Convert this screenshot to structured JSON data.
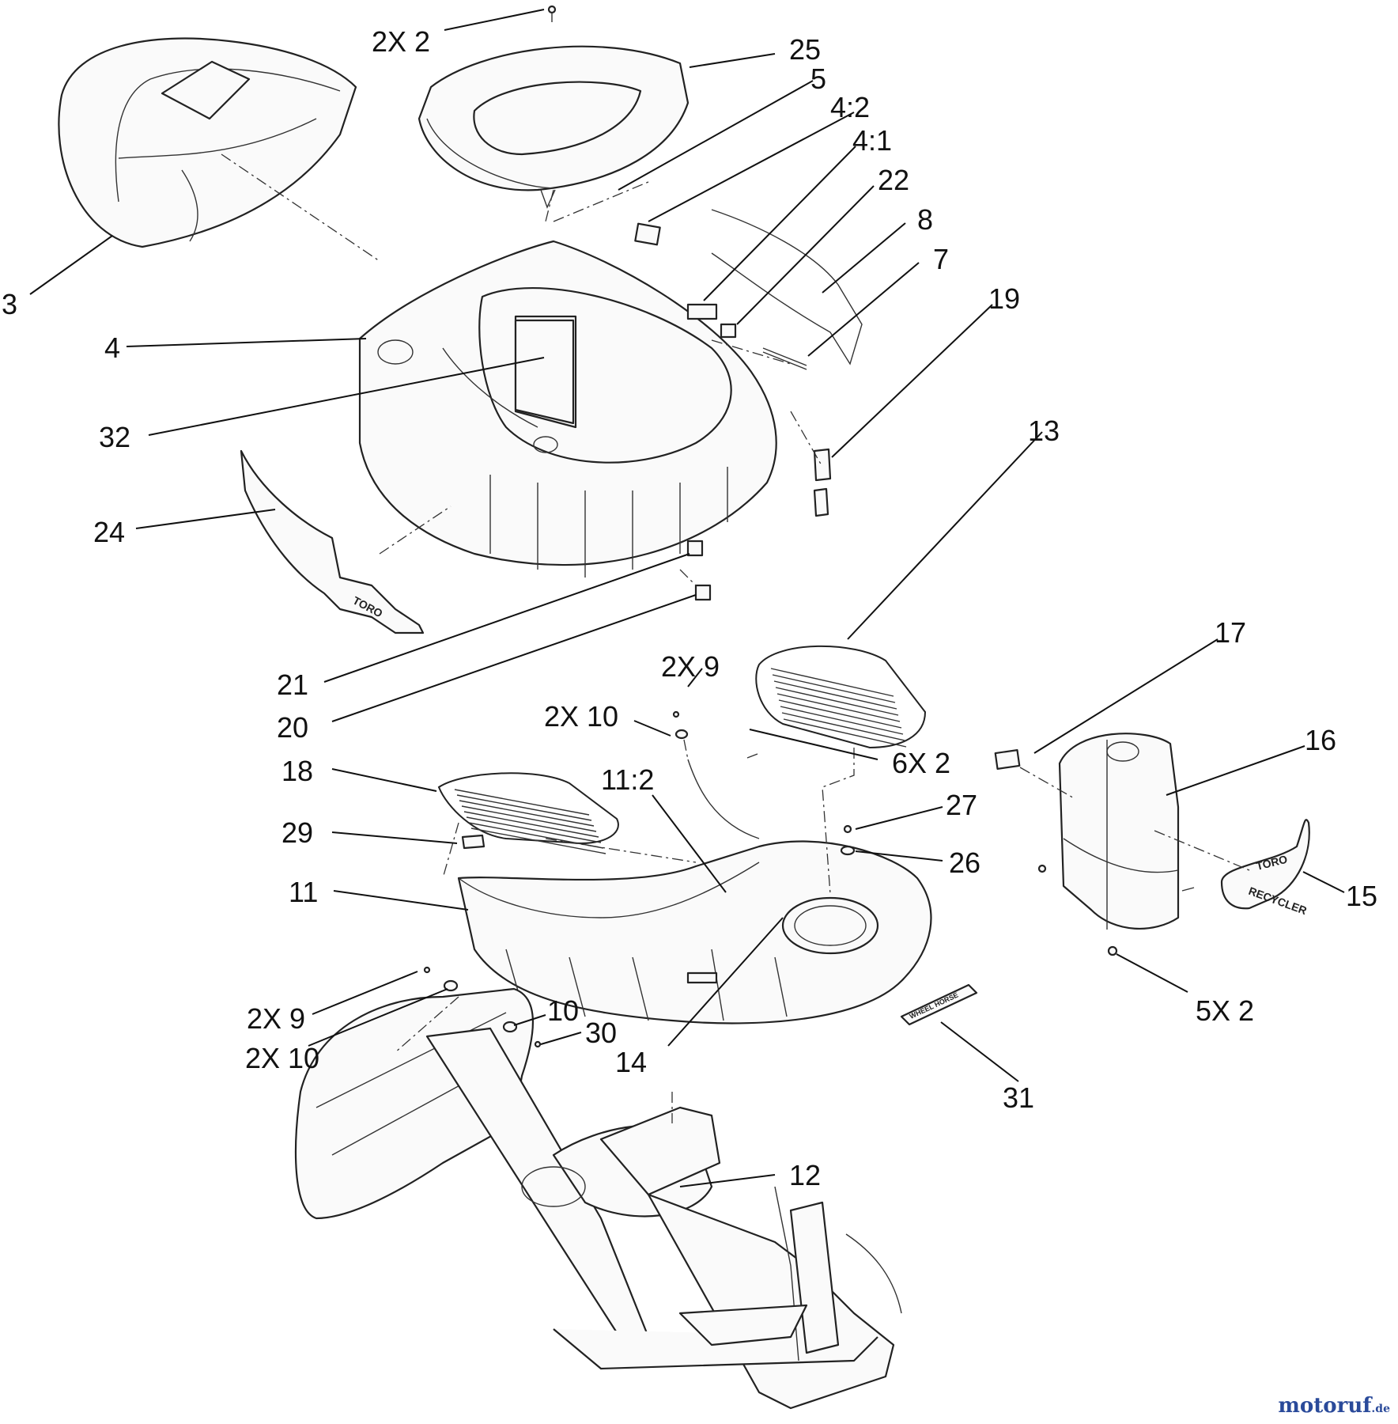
{
  "diagram": {
    "callouts": [
      {
        "id": "c-2x2-top",
        "label": "2X 2"
      },
      {
        "id": "c-25",
        "label": "25"
      },
      {
        "id": "c-5",
        "label": "5"
      },
      {
        "id": "c-4-2",
        "label": "4:2"
      },
      {
        "id": "c-4-1",
        "label": "4:1"
      },
      {
        "id": "c-22",
        "label": "22"
      },
      {
        "id": "c-8",
        "label": "8"
      },
      {
        "id": "c-7",
        "label": "7"
      },
      {
        "id": "c-19",
        "label": "19"
      },
      {
        "id": "c-3",
        "label": "3"
      },
      {
        "id": "c-4",
        "label": "4"
      },
      {
        "id": "c-32",
        "label": "32"
      },
      {
        "id": "c-24",
        "label": "24"
      },
      {
        "id": "c-13",
        "label": "13"
      },
      {
        "id": "c-21",
        "label": "21"
      },
      {
        "id": "c-20",
        "label": "20"
      },
      {
        "id": "c-2x9-mid",
        "label": "2X 9"
      },
      {
        "id": "c-2x10-mid",
        "label": "2X 10"
      },
      {
        "id": "c-6x2",
        "label": "6X 2"
      },
      {
        "id": "c-17",
        "label": "17"
      },
      {
        "id": "c-16",
        "label": "16"
      },
      {
        "id": "c-18",
        "label": "18"
      },
      {
        "id": "c-11-2",
        "label": "11:2"
      },
      {
        "id": "c-27",
        "label": "27"
      },
      {
        "id": "c-29",
        "label": "29"
      },
      {
        "id": "c-26",
        "label": "26"
      },
      {
        "id": "c-15",
        "label": "15"
      },
      {
        "id": "c-11",
        "label": "11"
      },
      {
        "id": "c-5x2",
        "label": "5X 2"
      },
      {
        "id": "c-2x9-low",
        "label": "2X 9"
      },
      {
        "id": "c-10",
        "label": "10"
      },
      {
        "id": "c-2x10-low",
        "label": "2X 10"
      },
      {
        "id": "c-30",
        "label": "30"
      },
      {
        "id": "c-14",
        "label": "14"
      },
      {
        "id": "c-31",
        "label": "31"
      },
      {
        "id": "c-12",
        "label": "12"
      }
    ],
    "decals": {
      "toro_side": "TORO",
      "toro_badge": "TORO",
      "recycler": "RECYCLER",
      "nameplate": "WHEEL HORSE"
    }
  },
  "watermark": {
    "main": "motoruf",
    "suffix": ".de"
  }
}
